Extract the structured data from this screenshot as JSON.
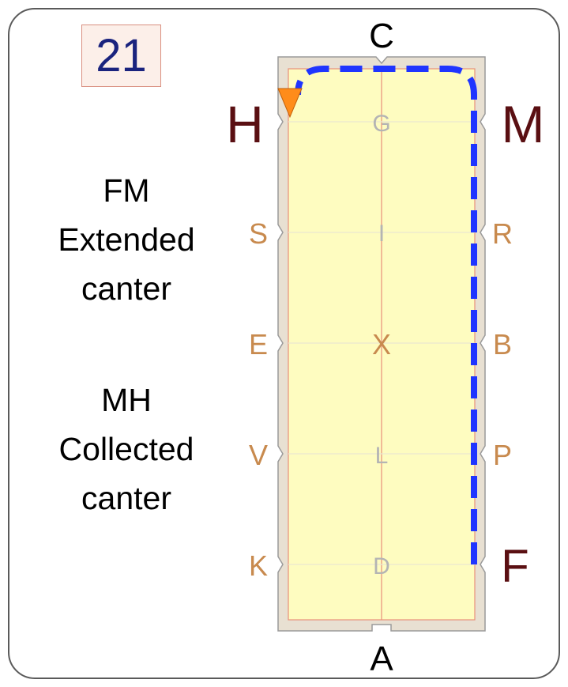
{
  "test_number": "21",
  "movements": [
    {
      "letters": "FM",
      "line1": "Extended",
      "line2": "canter"
    },
    {
      "letters": "MH",
      "line1": "Collected",
      "line2": "canter"
    }
  ],
  "arena": {
    "end_letters": {
      "top": "C",
      "bottom": "A"
    },
    "left_letters": [
      "S",
      "E",
      "V",
      "K"
    ],
    "right_letters": [
      "R",
      "B",
      "P"
    ],
    "centerline_letters": [
      "G",
      "I",
      "X",
      "L",
      "D"
    ],
    "highlight_letters": {
      "H": "H",
      "M": "M",
      "F": "F"
    }
  },
  "colors": {
    "arena_fill": "#fefcc0",
    "arena_border": "#e8e0d2",
    "path": "#1f35ff",
    "start_marker": "#ff8c1a",
    "marker_letter": "#c88a4e",
    "highlight_letter": "#5a0f12",
    "center_letter": "#b4b4b4"
  }
}
